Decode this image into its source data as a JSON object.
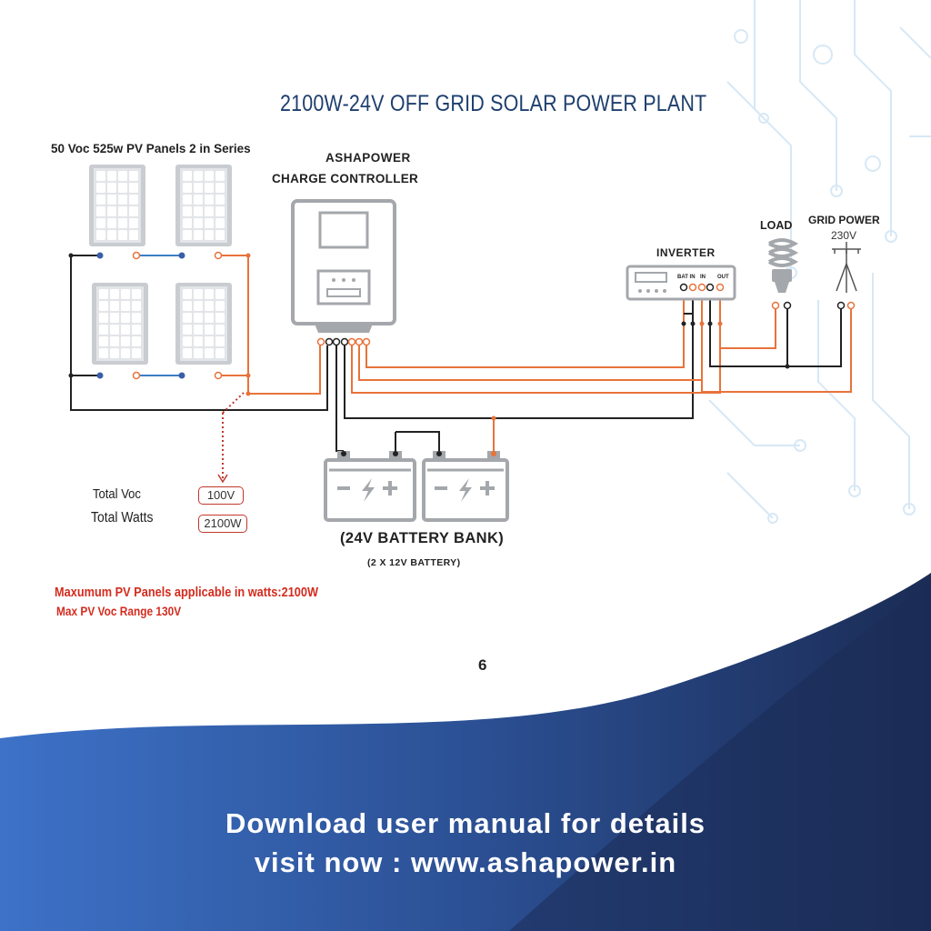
{
  "title": "2100W-24V OFF GRID SOLAR POWER PLANT",
  "panels_label": "50 Voc 525w PV Panels 2 in Series",
  "charge_controller": {
    "name": "ASHAPOWER",
    "label": "CHARGE CONTROLLER"
  },
  "inverter": {
    "label": "INVERTER",
    "terminals": [
      "BAT IN",
      "IN",
      "OUT"
    ]
  },
  "load_label": "LOAD",
  "grid": {
    "label": "GRID POWER",
    "voltage": "230V"
  },
  "totals": {
    "voc_label": "Total Voc",
    "voc_value": "100V",
    "watts_label": "Total Watts",
    "watts_value": "2100W"
  },
  "battery_bank": {
    "label": "(24V BATTERY BANK)",
    "sublabel": "(2 X 12V  BATTERY)"
  },
  "notes": {
    "max_watts": "Maxumum PV Panels applicable in watts:2100W",
    "max_voc": "Max PV Voc Range 130V"
  },
  "page_number": "6",
  "footer": {
    "line1": "Download user manual for details",
    "line2": "visit now : www.ashapower.in"
  },
  "colors": {
    "title": "#1e3f6e",
    "wire_positive": "#e8733a",
    "wire_negative": "#222222",
    "wire_series": "#3a7fc4",
    "note_red": "#d42b1e",
    "footer_band_dark": "#1b2c55",
    "footer_band_light": "#3b6fc4"
  },
  "icons": [
    "solar-panel-icon",
    "cfl-bulb-icon",
    "grid-pole-icon",
    "battery-icon",
    "bolt-icon"
  ]
}
